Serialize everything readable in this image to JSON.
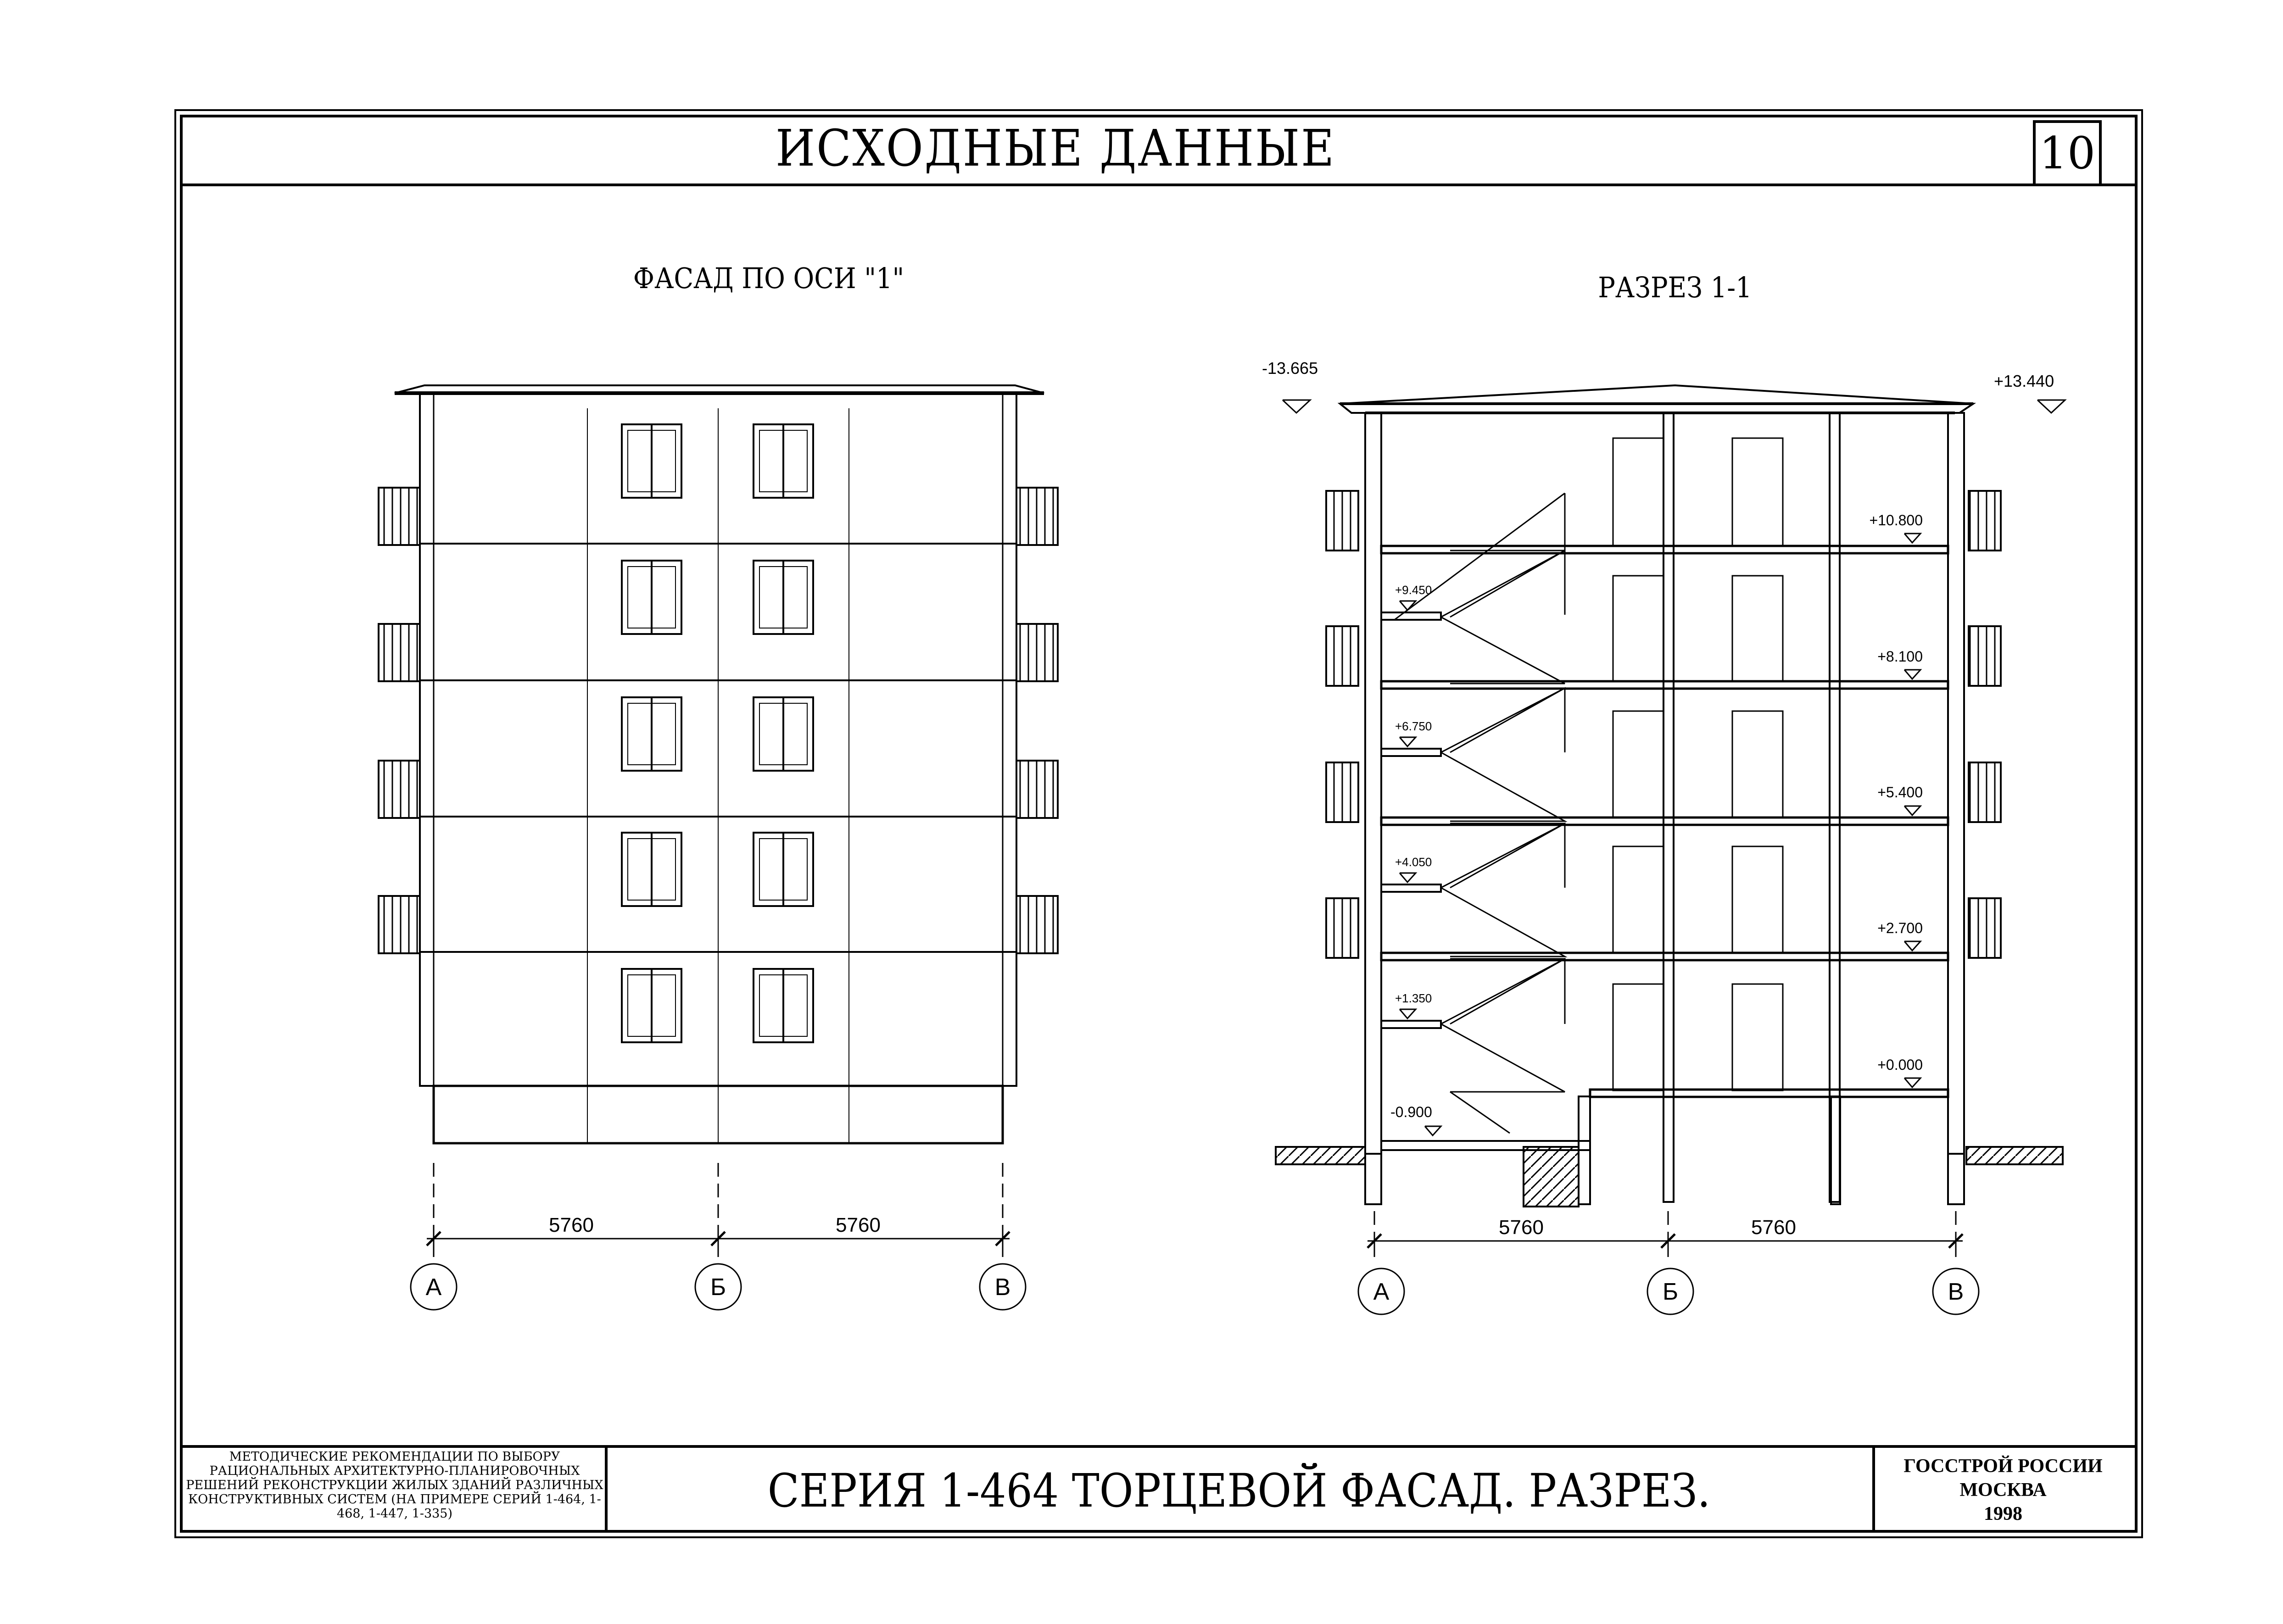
{
  "header": {
    "title": "ИСХОДНЫЕ ДАННЫЕ",
    "page_number": "10"
  },
  "facade": {
    "title": "ФАСАД ПО ОСИ \"1\"",
    "dims": [
      "5760",
      "5760"
    ],
    "axes": [
      "А",
      "Б",
      "В"
    ]
  },
  "section": {
    "title": "РАЗРЕЗ 1-1",
    "dims": [
      "5760",
      "5760"
    ],
    "axes": [
      "А",
      "Б",
      "В"
    ],
    "level_top_left": "-13.665",
    "level_top_right": "+13.440",
    "levels_right": [
      "+10.800",
      "+8.100",
      "+5.400",
      "+2.700",
      "+0.000"
    ],
    "levels_left": [
      "+9.450",
      "+6.750",
      "+4.050",
      "+1.350",
      "-0.900"
    ]
  },
  "footer": {
    "methodology": "Методические рекомендации по выбору рациональных архитектурно-планировочных решений реконструкции жилых зданий различных конструктивных систем (на примере серий 1-464, 1-468, 1-447, 1-335)",
    "series_title": "СЕРИЯ 1-464  ТОРЦЕВОЙ ФАСАД. РАЗРЕЗ.",
    "org_line1": "ГОССТРОЙ РОССИИ",
    "org_line2": "МОСКВА",
    "org_year": "1998"
  }
}
